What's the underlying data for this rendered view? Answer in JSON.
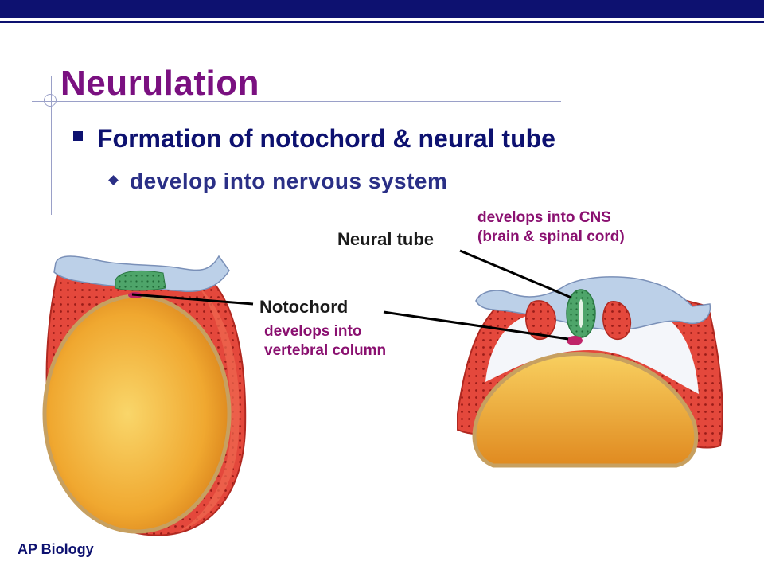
{
  "slide": {
    "title": "Neurulation",
    "bullet_1": "Formation of notochord & neural tube",
    "bullet_2": "develop into nervous system",
    "footer": "AP Biology"
  },
  "diagram": {
    "neural_tube_label": "Neural tube",
    "neural_tube_note_line1": "develops into CNS",
    "neural_tube_note_line2": "(brain & spinal cord)",
    "notochord_label": "Notochord",
    "notochord_note_line1": "develops into",
    "notochord_note_line2": "vertebral column"
  },
  "colors": {
    "brand_navy": "#0d1170",
    "title_purple": "#7a1080",
    "note_magenta": "#8a1070",
    "mesoderm_red": "#e4483c",
    "yolk_gold": "#f0a830",
    "ectoderm_blue": "#bcd0e8",
    "neural_green": "#4ea56a"
  }
}
